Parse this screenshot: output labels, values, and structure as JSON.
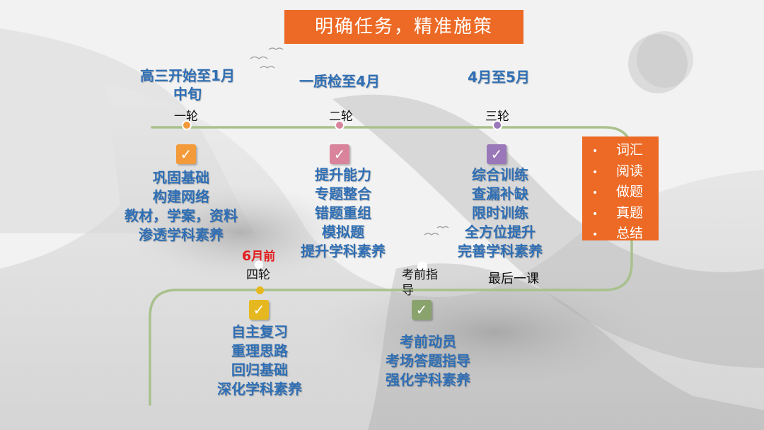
{
  "title": "明确任务，精准施策",
  "colors": {
    "accent": "#ec6a25",
    "text_blue": "#2f6fb5",
    "line_green": "#a9c18d"
  },
  "stages": [
    {
      "period": [
        "高三开始至1月",
        "中旬"
      ],
      "round": "一轮",
      "icon": "checkbox-icon",
      "color": "#f39a3b",
      "items": [
        "巩固基础",
        "构建网络",
        "教材，学案，资料",
        "渗透学科素养"
      ]
    },
    {
      "period": [
        "一质检至4月"
      ],
      "round": "二轮",
      "icon": "checkbox-icon",
      "color": "#d9849c",
      "items": [
        "提升能力",
        "专题整合",
        "错题重组",
        "模拟题",
        "提升学科素养"
      ]
    },
    {
      "period": [
        "4月至5月"
      ],
      "round": "三轮",
      "icon": "checkbox-icon",
      "color": "#9a77b8",
      "items": [
        "综合训练",
        "查漏补缺",
        "限时训练",
        "全方位提升",
        "完善学科素养"
      ]
    },
    {
      "period_prefix": "6",
      "period_suffix": "月前",
      "round": "四轮",
      "icon": "checkbox-icon",
      "color": "#e6b81f",
      "items": [
        "自主复习",
        "重理思路",
        "回归基础",
        "深化学科素养"
      ]
    },
    {
      "round": [
        "考前指",
        "导"
      ],
      "icon": "checkbox-icon",
      "color": "#8aa36c",
      "items": [
        "考前动员",
        "考场答题指导",
        "强化学科素养"
      ]
    }
  ],
  "last_lesson": "最后一课",
  "sidebar": {
    "bullet": "•",
    "items": [
      "词汇",
      "阅读",
      "做题",
      "真题",
      "总结"
    ]
  },
  "check_mark": "✓"
}
